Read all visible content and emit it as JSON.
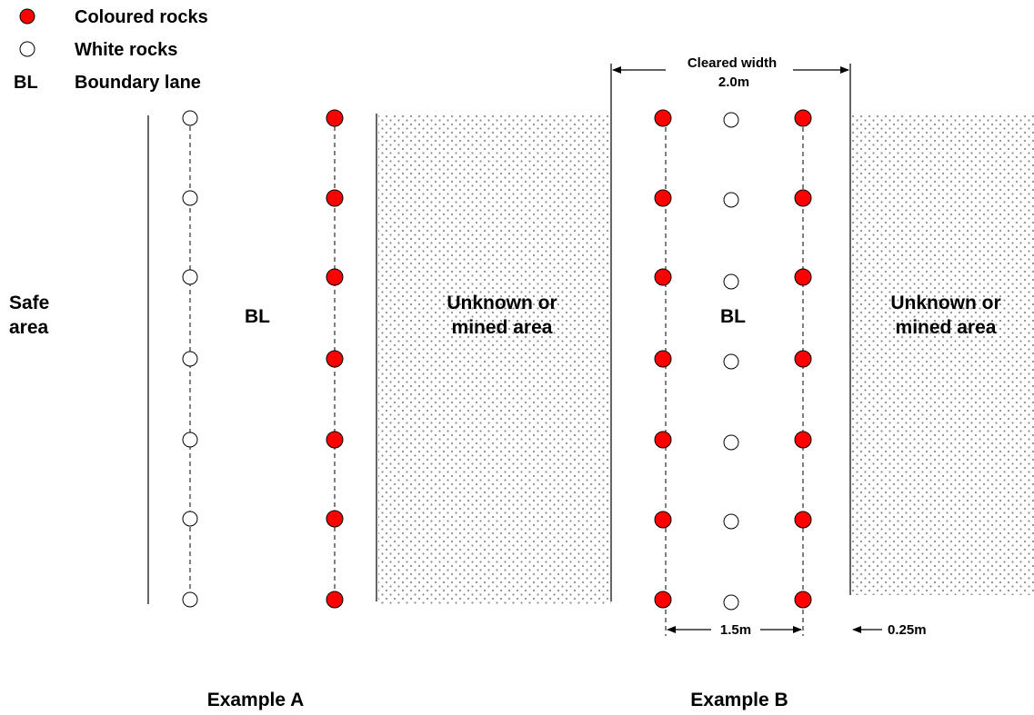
{
  "legend": {
    "items": [
      {
        "symbol": "coloured-dot",
        "label": "Coloured rocks"
      },
      {
        "symbol": "white-dot",
        "label": "White rocks"
      },
      {
        "symbol": "BL",
        "label": "Boundary lane"
      }
    ]
  },
  "example_a": {
    "caption": "Example A",
    "safe_area_line1": "Safe",
    "safe_area_line2": "area",
    "lane_label": "BL",
    "mined_line1": "Unknown or",
    "mined_line2": "mined area"
  },
  "example_b": {
    "caption": "Example B",
    "lane_label": "BL",
    "mined_line1": "Unknown or",
    "mined_line2": "mined area",
    "cleared_width_line1": "Cleared width",
    "cleared_width_line2": "2.0m",
    "inner_distance": "1.5m",
    "offset_distance": "0.25m"
  },
  "colors": {
    "coloured_rock": "#ff0000",
    "white_rock": "#ffffff",
    "mined_dots": "#8c8c8c"
  }
}
